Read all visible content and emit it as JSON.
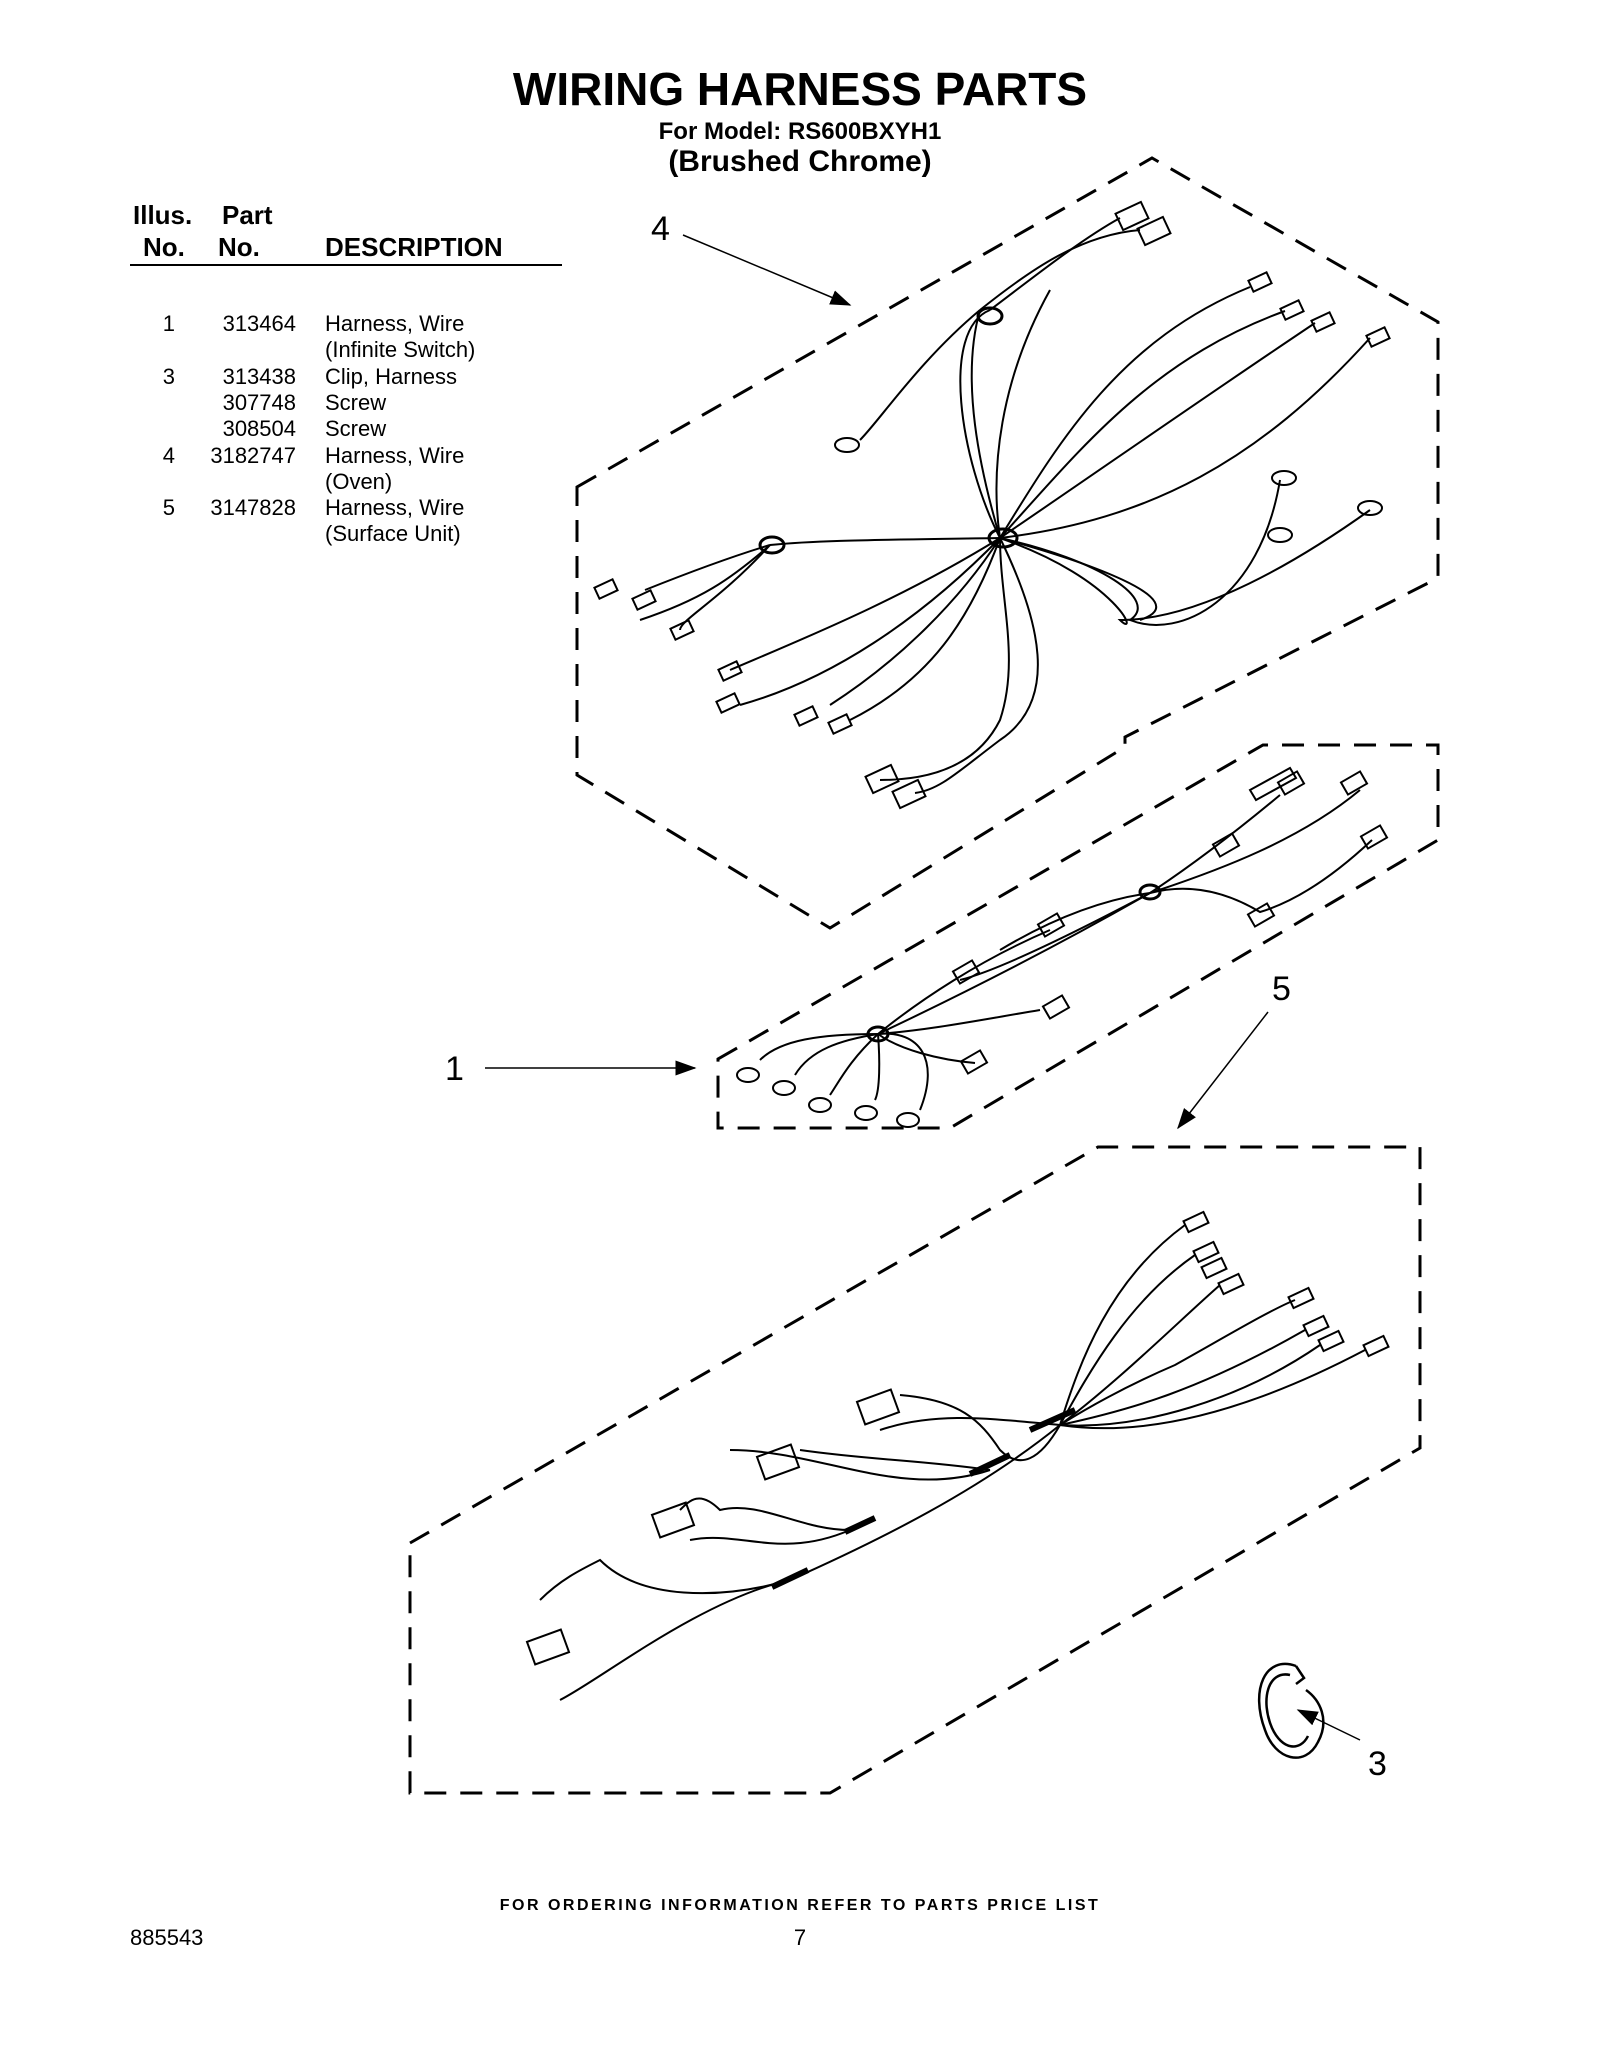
{
  "header": {
    "title": "WIRING HARNESS PARTS",
    "model_line": "For Model: RS600BXYH1",
    "finish": "(Brushed Chrome)"
  },
  "table": {
    "columns": {
      "illus_top": "Illus.",
      "illus_bottom": "No.",
      "part_top": "Part",
      "part_bottom": "No.",
      "description": "DESCRIPTION"
    },
    "rows": [
      {
        "illus": "1",
        "part": "313464",
        "desc": "Harness, Wire",
        "desc2": "(Infinite Switch)"
      },
      {
        "illus": "3",
        "part": "313438",
        "desc": "Clip, Harness",
        "desc2": ""
      },
      {
        "illus": "",
        "part": "307748",
        "desc": "Screw",
        "desc2": ""
      },
      {
        "illus": "",
        "part": "308504",
        "desc": "Screw",
        "desc2": ""
      },
      {
        "illus": "4",
        "part": "3182747",
        "desc": "Harness, Wire",
        "desc2": "(Oven)"
      },
      {
        "illus": "5",
        "part": "3147828",
        "desc": "Harness, Wire",
        "desc2": "(Surface Unit)"
      }
    ]
  },
  "diagram": {
    "callouts": {
      "c4": "4",
      "c1": "1",
      "c5": "5",
      "c3": "3"
    }
  },
  "footer": {
    "ordering_note": "FOR ORDERING INFORMATION REFER TO PARTS PRICE LIST",
    "doc_number": "885543",
    "page_number": "7"
  }
}
